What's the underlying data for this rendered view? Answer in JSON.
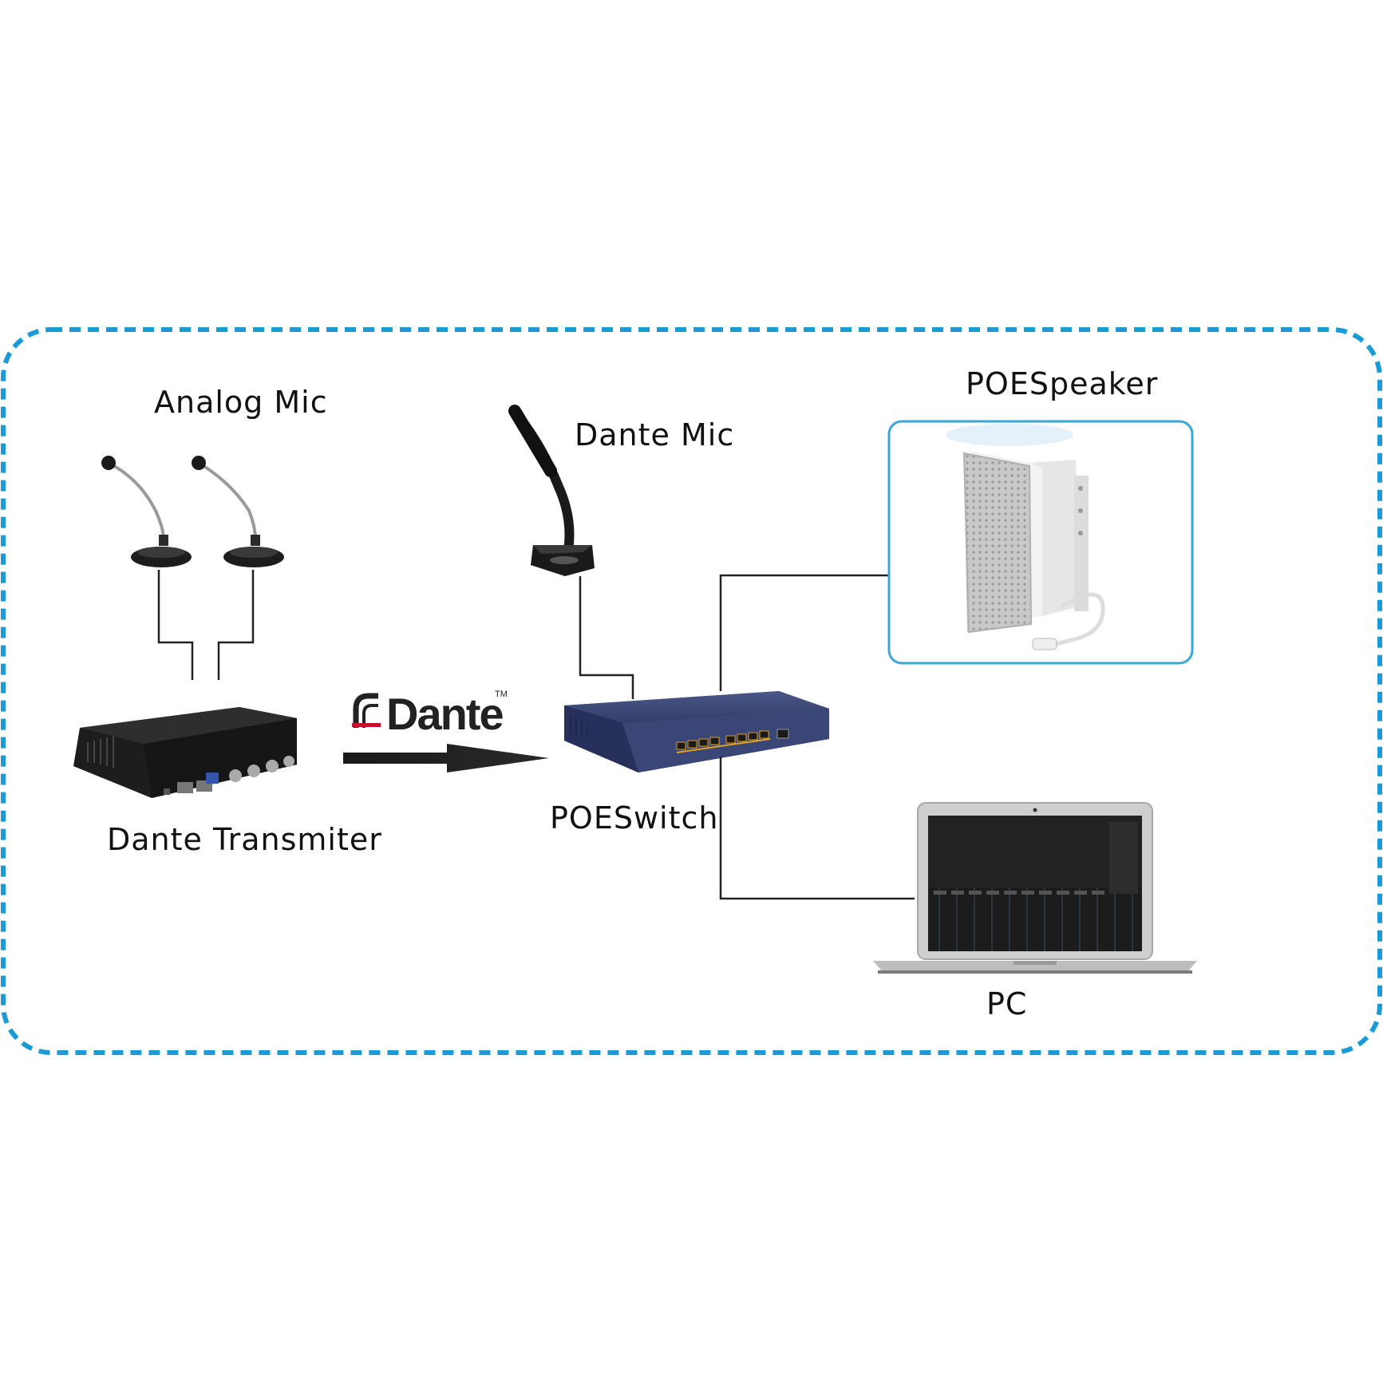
{
  "labels": {
    "analog_mic": "Analog Mic",
    "dante_mic": "Dante Mic",
    "poe_speaker": "POESpeaker",
    "dante_transmitter": "Dante Transmiter",
    "poe_switch": "POESwitch",
    "pc": "PC"
  },
  "logo": {
    "dante": "Dante",
    "trademark": "TM"
  },
  "icons": {
    "analog_mic_1": "gooseneck-mic-icon",
    "analog_mic_2": "gooseneck-mic-icon",
    "dante_mic": "gooseneck-mic-icon",
    "transmitter": "audio-interface-icon",
    "switch": "network-switch-icon",
    "speaker": "wall-speaker-icon",
    "pc": "laptop-icon",
    "arrow": "right-arrow-icon"
  },
  "colors": {
    "frame_border": "#1a9bd7",
    "speaker_card_border": "#3aa7d8",
    "switch_body": "#3d4a7a",
    "device_dark": "#1d1d1d",
    "connector_line": "#222222",
    "dante_red": "#c8102e"
  }
}
